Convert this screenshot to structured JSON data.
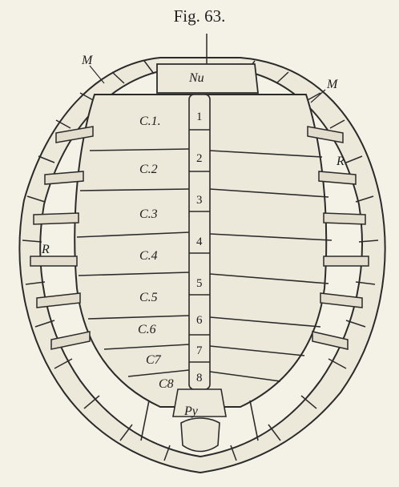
{
  "figure": {
    "caption": "Fig. 63.",
    "labels": {
      "nuchal": "Nu",
      "marginal_left": "M",
      "marginal_right": "M",
      "rib_left": "R",
      "rib_right": "R",
      "pygal": "Py",
      "costals": [
        "C.1.",
        "C.2",
        "C.3",
        "C.4",
        "C.5",
        "C.6",
        "C7",
        "C8"
      ],
      "neurals": [
        "1",
        "2",
        "3",
        "4",
        "5",
        "6",
        "7",
        "8"
      ]
    },
    "ink_color": "#2b2b2b",
    "paper_color": "#f4f1e6",
    "bone_color": "#ece8da"
  }
}
